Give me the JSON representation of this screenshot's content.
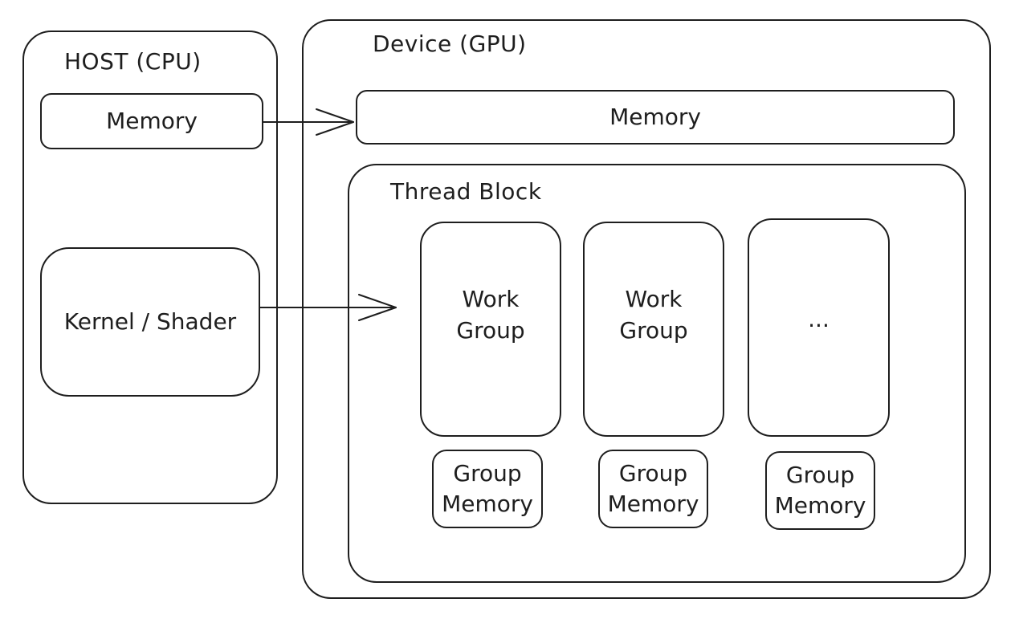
{
  "host": {
    "title": "HOST (CPU)",
    "memory_label": "Memory",
    "kernel_label": "Kernel / Shader"
  },
  "device": {
    "title": "Device (GPU)",
    "memory_label": "Memory",
    "thread_block": {
      "title": "Thread Block",
      "work_groups": [
        {
          "label": "Work\nGroup",
          "memory_label": "Group\nMemory"
        },
        {
          "label": "Work\nGroup",
          "memory_label": "Group\nMemory"
        },
        {
          "label": "...",
          "memory_label": "Group\nMemory"
        }
      ]
    }
  },
  "colors": {
    "stroke": "#1e1e1e",
    "background": "#ffffff"
  }
}
